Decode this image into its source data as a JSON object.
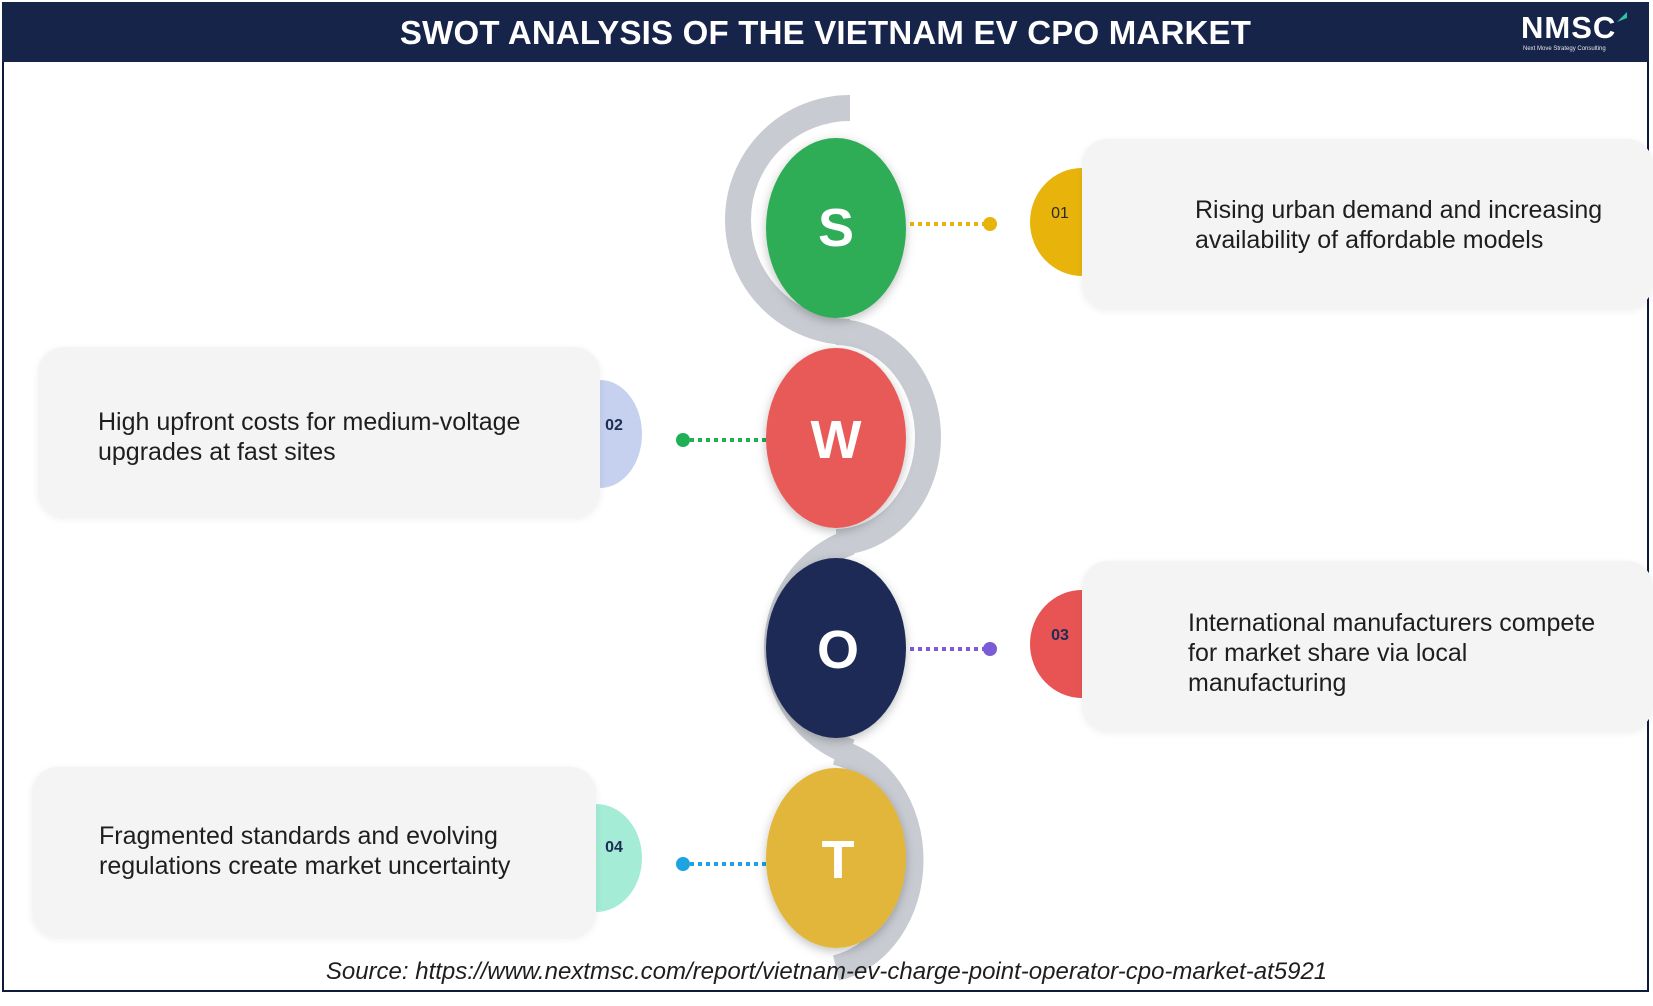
{
  "header": {
    "title": "SWOT ANALYSIS OF THE VIETNAM EV CPO MARKET",
    "logo_text": "NMSC",
    "logo_subtitle": "Next Move Strategy Consulting"
  },
  "items": [
    {
      "letter": "S",
      "number": "01",
      "text": "Rising urban demand and increasing availability of affordable models",
      "circle_color": "#2eac57",
      "tab_color": "#e8b40c",
      "dot_color": "#e8b40c"
    },
    {
      "letter": "W",
      "number": "02",
      "text": "High upfront costs for medium-voltage upgrades at fast sites",
      "circle_color": "#e85a58",
      "tab_color": "#c5d1ee",
      "dot_color": "#1faf55"
    },
    {
      "letter": "O",
      "number": "03",
      "text": "International manufacturers compete for market share via local manufacturing",
      "circle_color": "#1d2b55",
      "tab_color": "#e85454",
      "dot_color": "#7b5bd6"
    },
    {
      "letter": "T",
      "number": "04",
      "text": "Fragmented standards and evolving regulations create market uncertainty",
      "circle_color": "#e2b63a",
      "tab_color": "#a4ecd6",
      "dot_color": "#1ea3e2"
    }
  ],
  "source": "Source: https://www.nextmsc.com/report/vietnam-ev-charge-point-operator-cpo-market-at5921",
  "colors": {
    "header_bg": "#17244a",
    "connector_gray": "#c8ccd2",
    "card_bg": "#f4f4f4"
  }
}
